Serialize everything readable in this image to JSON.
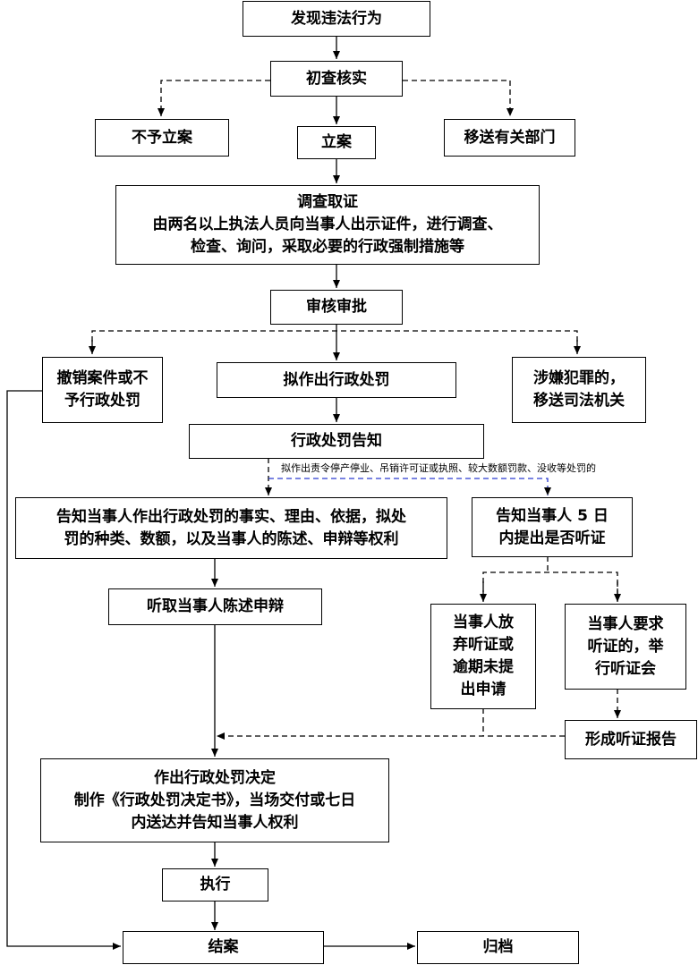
{
  "nodes": {
    "discover": "发现违法行为",
    "initial_check": "初查核实",
    "not_file": "不予立案",
    "file_case": "立案",
    "transfer_dept": "移送有关部门",
    "investigate": {
      "line1": "调查取证",
      "line2": "由两名以上执法人员向当事人出示证件，进行调查、",
      "line3": "检查、询问，采取必要的行政强制措施等"
    },
    "review": "审核审批",
    "revoke": {
      "line1": "撤销案件或不",
      "line2": "予行政处罚"
    },
    "propose_penalty": "拟作出行政处罚",
    "crime_transfer": {
      "line1": "涉嫌犯罪的，",
      "line2": "移送司法机关"
    },
    "notice": "行政处罚告知",
    "notify_rights": {
      "line1": "告知当事人作出行政处罚的事实、理由、依据，拟处",
      "line2": "罚的种类、数额，以及当事人的陈述、申辩等权利"
    },
    "hearing_notice": {
      "line1": "告知当事人 5 日",
      "line2": "内提出是否听证"
    },
    "listen": "听取当事人陈述申辩",
    "waive_hearing": {
      "line1": "当事人放",
      "line2": "弃听证或",
      "line3": "逾期未提",
      "line4": "出申请"
    },
    "request_hearing": {
      "line1": "当事人要求",
      "line2": "听证的，举",
      "line3": "行听证会"
    },
    "hearing_report": "形成听证报告",
    "decision": {
      "line1": "作出行政处罚决定",
      "line2": "制作《行政处罚决定书》，当场交付或七日",
      "line3": "内送达并告知当事人权利"
    },
    "execute": "执行",
    "close_case": "结案",
    "archive": "归档"
  },
  "annotation": "拟作出责令停产停业、吊销许可证或执照、较大数额罚款、没收等处罚的"
}
